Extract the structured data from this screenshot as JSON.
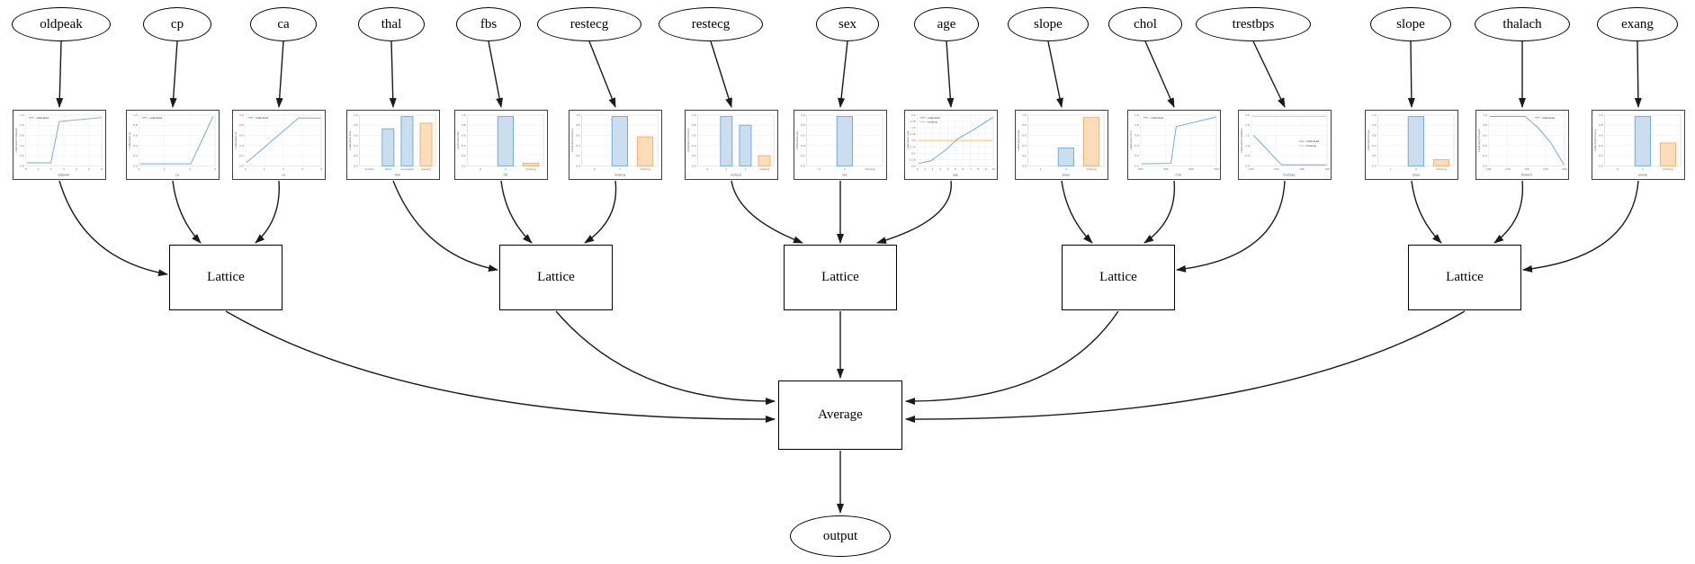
{
  "colors": {
    "edge": "#1a1a1a",
    "line_blue": "#74a9d8",
    "line_orange": "#ffb977",
    "bar_blue_fill": "#cadef0",
    "bar_blue_stroke": "#5b9bd5",
    "bar_orange_fill": "#fddcb9",
    "bar_orange_stroke": "#eda55d",
    "grid": "#ededed",
    "tick_text": "#666666"
  },
  "average": {
    "label": "Average"
  },
  "output": {
    "label": "output"
  },
  "lattices": [
    {
      "label": "Lattice"
    },
    {
      "label": "Lattice"
    },
    {
      "label": "Lattice"
    },
    {
      "label": "Lattice"
    },
    {
      "label": "Lattice"
    }
  ],
  "features": [
    {
      "label": "oldpeak",
      "chart": {
        "type": "line",
        "ylabel": "calibrated oldpeak",
        "xlabel": "oldpeak",
        "legend": [
          "calibrated"
        ],
        "legend_pos": "tl",
        "x_ticks": [
          "0",
          "1",
          "2",
          "3",
          "4",
          "5",
          "6"
        ],
        "y_ticks": [
          "1.0",
          "0.8",
          "0.6",
          "0.4",
          "0.2",
          "0.0"
        ],
        "line": [
          [
            0.02,
            0.06
          ],
          [
            0.33,
            0.06
          ],
          [
            0.44,
            0.87
          ],
          [
            0.99,
            0.95
          ]
        ]
      }
    },
    {
      "label": "cp",
      "chart": {
        "type": "line",
        "ylabel": "calibrated cp",
        "xlabel": "cp",
        "legend": [
          "calibrated"
        ],
        "legend_pos": "tl",
        "x_ticks": [
          "0",
          "1",
          "2",
          "3"
        ],
        "y_ticks": [
          "1.0",
          "0.8",
          "0.6",
          "0.4",
          "0.2",
          "0.0"
        ],
        "line": [
          [
            0.02,
            0.04
          ],
          [
            0.68,
            0.04
          ],
          [
            0.97,
            0.96
          ]
        ]
      }
    },
    {
      "label": "ca",
      "chart": {
        "type": "line",
        "ylabel": "calibrated ca",
        "xlabel": "ca",
        "legend": [
          "calibrated"
        ],
        "legend_pos": "tl",
        "x_ticks": [
          "0",
          "1",
          "2",
          "3",
          "4"
        ],
        "y_ticks": [
          "1.0",
          "0.8",
          "0.6",
          "0.4",
          "0.2",
          "0.0"
        ],
        "line": [
          [
            0.02,
            0.07
          ],
          [
            0.7,
            0.94
          ],
          [
            0.99,
            0.94
          ]
        ]
      }
    },
    {
      "label": "thal",
      "chart": {
        "type": "bar",
        "ylabel": "calibrated thal",
        "xlabel": "thal",
        "legend": [],
        "legend_pos": "tl",
        "x_ticks": [
          "normal",
          "fixed",
          "reversible",
          "missing"
        ],
        "y_ticks": [
          "1.0",
          "0.8",
          "0.6",
          "0.4",
          "0.2",
          "0.0"
        ],
        "bars": [
          {
            "slot": 1,
            "color": "blue",
            "h": 0.73
          },
          {
            "slot": 2,
            "color": "blue",
            "h": 0.97
          },
          {
            "slot": 3,
            "color": "orange",
            "h": 0.84
          }
        ]
      }
    },
    {
      "label": "fbs",
      "chart": {
        "type": "bar",
        "ylabel": "calibrated fbs",
        "xlabel": "fbs",
        "legend": [],
        "legend_pos": "tl",
        "x_ticks": [
          "0",
          "1",
          "missing"
        ],
        "y_ticks": [
          "1.0",
          "0.8",
          "0.6",
          "0.4",
          "0.2",
          "0.0"
        ],
        "bars": [
          {
            "slot": 1,
            "color": "blue",
            "h": 0.97
          },
          {
            "slot": 2,
            "color": "orange",
            "h": 0.05
          }
        ]
      }
    },
    {
      "label": "restecg",
      "chart": {
        "type": "bar",
        "ylabel": "calibrated restecg",
        "xlabel": "restecg",
        "legend": [],
        "legend_pos": "tl",
        "x_ticks": [
          "0",
          "1",
          "missing"
        ],
        "y_ticks": [
          "1.0",
          "0.8",
          "0.6",
          "0.4",
          "0.2",
          "0.0"
        ],
        "bars": [
          {
            "slot": 1,
            "color": "blue",
            "h": 0.97
          },
          {
            "slot": 2,
            "color": "orange",
            "h": 0.57
          }
        ]
      }
    },
    {
      "label": "restecg",
      "chart": {
        "type": "bar",
        "ylabel": "calibrated restecg",
        "xlabel": "restecg",
        "legend": [],
        "legend_pos": "tl",
        "x_ticks": [
          "0",
          "1",
          "2",
          "missing"
        ],
        "y_ticks": [
          "1.0",
          "0.8",
          "0.6",
          "0.4",
          "0.2",
          "0.0"
        ],
        "bars": [
          {
            "slot": 1,
            "color": "blue",
            "h": 0.97
          },
          {
            "slot": 2,
            "color": "blue",
            "h": 0.8
          },
          {
            "slot": 3,
            "color": "orange",
            "h": 0.2
          }
        ]
      }
    },
    {
      "label": "sex",
      "chart": {
        "type": "bar",
        "ylabel": "calibrated sex",
        "xlabel": "sex",
        "legend": [],
        "legend_pos": "tl",
        "x_ticks": [
          "0",
          "1",
          "missing"
        ],
        "y_ticks": [
          "1.0",
          "0.8",
          "0.6",
          "0.4",
          "0.2",
          "0.0"
        ],
        "bars": [
          {
            "slot": 1,
            "color": "blue",
            "h": 0.97
          }
        ]
      }
    },
    {
      "label": "age",
      "chart": {
        "type": "line",
        "ylabel": "calibrated age",
        "xlabel": "age",
        "legend": [
          "calibrated",
          "missing"
        ],
        "legend_pos": "tl",
        "x_ticks": [
          "0",
          "1",
          "2",
          "3",
          "4",
          "5",
          "6",
          "7",
          "8",
          "9",
          "10"
        ],
        "y_ticks": [
          "2.0",
          "1.75",
          "1.5",
          "1.25",
          "1.0",
          "0.75",
          "0.5",
          "0.25",
          "0.0"
        ],
        "line": [
          [
            0.02,
            0.05
          ],
          [
            0.18,
            0.1
          ],
          [
            0.38,
            0.32
          ],
          [
            0.52,
            0.52
          ],
          [
            0.75,
            0.72
          ],
          [
            0.99,
            0.95
          ]
        ],
        "missing_y": 0.5
      }
    },
    {
      "label": "slope",
      "chart": {
        "type": "bar",
        "ylabel": "calibrated slope",
        "xlabel": "slope",
        "legend": [],
        "legend_pos": "tl",
        "x_ticks": [
          "1",
          "2",
          "missing"
        ],
        "y_ticks": [
          "1.0",
          "0.8",
          "0.6",
          "0.4",
          "0.2",
          "0.0"
        ],
        "bars": [
          {
            "slot": 1,
            "color": "blue",
            "h": 0.35
          },
          {
            "slot": 2,
            "color": "orange",
            "h": 0.95
          }
        ]
      }
    },
    {
      "label": "chol",
      "chart": {
        "type": "line",
        "ylabel": "calibrated chol",
        "xlabel": "chol",
        "legend": [
          "calibrated"
        ],
        "legend_pos": "tl",
        "x_ticks": [
          "200",
          "300",
          "400",
          "500"
        ],
        "y_ticks": [
          "1.0",
          "0.8",
          "0.6",
          "0.4",
          "0.2",
          "0.0"
        ],
        "line": [
          [
            0.02,
            0.04
          ],
          [
            0.4,
            0.05
          ],
          [
            0.47,
            0.77
          ],
          [
            0.99,
            0.96
          ]
        ]
      }
    },
    {
      "label": "trestbps",
      "chart": {
        "type": "line",
        "ylabel": "calibrated trestbps",
        "xlabel": "trestbps",
        "legend": [
          "calibrated",
          "missing"
        ],
        "legend_pos": "mr",
        "x_ticks": [
          "100",
          "120",
          "140",
          "160"
        ],
        "y_ticks": [
          "2.5",
          "2.0",
          "1.5",
          "1.0",
          "0.5",
          "0.0"
        ],
        "line": [
          [
            0.03,
            0.6
          ],
          [
            0.4,
            0.02
          ],
          [
            0.99,
            0.02
          ]
        ],
        "missing_y": 0.97
      }
    },
    {
      "label": "slope",
      "chart": {
        "type": "bar",
        "ylabel": "calibrated slope",
        "xlabel": "slope",
        "legend": [],
        "legend_pos": "tl",
        "x_ticks": [
          "1",
          "2",
          "missing"
        ],
        "y_ticks": [
          "1.0",
          "0.8",
          "0.6",
          "0.4",
          "0.2",
          "0.0"
        ],
        "bars": [
          {
            "slot": 1,
            "color": "blue",
            "h": 0.97
          },
          {
            "slot": 2,
            "color": "orange",
            "h": 0.12
          }
        ]
      }
    },
    {
      "label": "thalach",
      "chart": {
        "type": "line",
        "ylabel": "calibrated thalach",
        "xlabel": "thalach",
        "legend": [
          "calibrated"
        ],
        "legend_pos": "tr",
        "x_ticks": [
          "100",
          "125",
          "150",
          "175",
          "200"
        ],
        "y_ticks": [
          "1.0",
          "0.8",
          "0.6",
          "0.4",
          "0.2",
          "0.0"
        ],
        "line": [
          [
            0.02,
            0.97
          ],
          [
            0.48,
            0.97
          ],
          [
            0.65,
            0.75
          ],
          [
            0.82,
            0.45
          ],
          [
            0.99,
            0.03
          ]
        ]
      }
    },
    {
      "label": "exang",
      "chart": {
        "type": "bar",
        "ylabel": "calibrated exang",
        "xlabel": "exang",
        "legend": [],
        "legend_pos": "tl",
        "x_ticks": [
          "0",
          "1",
          "missing"
        ],
        "y_ticks": [
          "1.0",
          "0.8",
          "0.6",
          "0.4",
          "0.2",
          "0.0"
        ],
        "bars": [
          {
            "slot": 1,
            "color": "blue",
            "h": 0.97
          },
          {
            "slot": 2,
            "color": "orange",
            "h": 0.45
          }
        ]
      }
    }
  ]
}
